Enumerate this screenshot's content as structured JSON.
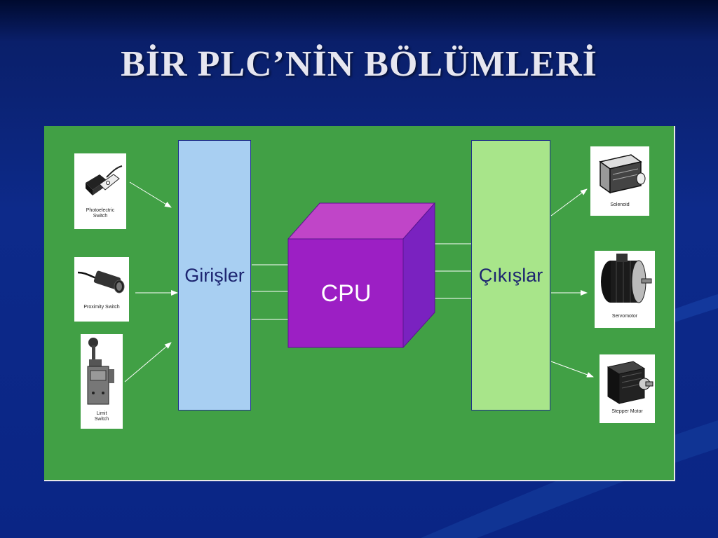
{
  "slide": {
    "title": "BİR PLC’NİN BÖLÜMLERİ"
  },
  "diagram": {
    "inputs_label": "Girişler",
    "cpu_label": "CPU",
    "outputs_label": "Çıkışlar",
    "input_devices": [
      {
        "label": "Photoelectric\nSwitch",
        "icon": "photoelectric-switch-icon"
      },
      {
        "label": "Proximity Switch",
        "icon": "proximity-switch-icon"
      },
      {
        "label": "Limit\nSwitch",
        "icon": "limit-switch-icon"
      }
    ],
    "output_devices": [
      {
        "label": "Solenoid",
        "icon": "solenoid-icon"
      },
      {
        "label": "Servomotor",
        "icon": "servomotor-icon"
      },
      {
        "label": "Stepper Motor",
        "icon": "stepper-motor-icon"
      }
    ]
  },
  "colors": {
    "background": "#0d2a8a",
    "panel": "#41a045",
    "inputs_block": "#a8cff2",
    "outputs_block": "#a8e58a",
    "cpu_front": "#9c1fc4",
    "cpu_top": "#c045c8",
    "cpu_side": "#7a22c0"
  }
}
